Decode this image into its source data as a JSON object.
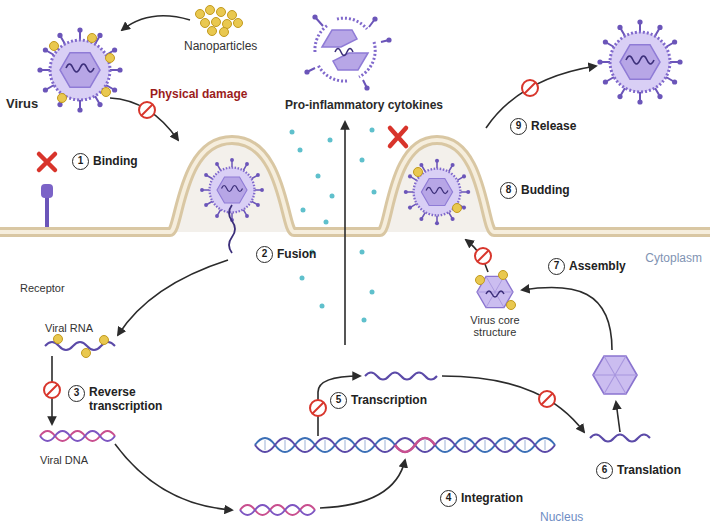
{
  "diagram": {
    "nodes": [
      {
        "text": [
          "1",
          "Binding"
        ]
      },
      {
        "text": [
          "9",
          "Release"
        ]
      },
      {
        "text": [
          "8",
          "Budding"
        ]
      },
      {
        "text": [
          "Cytoplasm"
        ]
      },
      {
        "text": [
          "2",
          "Fusion"
        ],
        "in": 3
      },
      {
        "text": [
          "7",
          "Assembly"
        ],
        "in": 3
      },
      {
        "text": [
          "3",
          "Reverse transcription"
        ],
        "in": 3
      },
      {
        "text": [
          "Nucleus"
        ],
        "in": 3
      },
      {
        "text": [
          "5",
          "Transcription"
        ],
        "in": 7
      },
      {
        "text": [
          "6",
          "Translation"
        ],
        "in": 3
      },
      {
        "text": [
          "4",
          "Integration"
        ],
        "in": 7
      }
    ],
    "labels": [
      "Virus",
      "Nanoparticles",
      "Physical damage",
      "Pro-inflammatory cytokines",
      "Receptor",
      "Viral RNA",
      "Viral DNA",
      "Virus core structure"
    ]
  }
}
